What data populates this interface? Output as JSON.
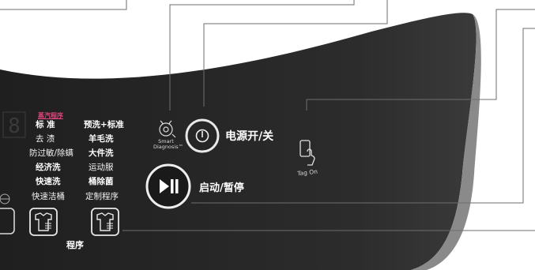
{
  "colors": {
    "panel": "#2c2c2c",
    "panel_light": "#5a5a5a",
    "text": "#ffffff",
    "accent_pink": "#e0457e",
    "callout_line": "#6e6e6e"
  },
  "programs": {
    "header_label": "蒸汽程序",
    "left": [
      "标 准",
      "去 渍",
      "防过敏/除螨",
      "经济洗",
      "快速洗",
      "快速洁桶"
    ],
    "right": [
      "预洗+标准",
      "羊毛洗",
      "大件洗",
      "运动服",
      "桶除菌",
      "定制程序"
    ],
    "section_label": "程序"
  },
  "smart_diagnosis": {
    "label": "Smart\nDiagnosis™",
    "icon": "smart-diagnosis-icon"
  },
  "power_button": {
    "label": "电源开/关",
    "icon": "power-icon"
  },
  "start_button": {
    "label": "启动/暂停",
    "icon": "play-pause-icon"
  },
  "tag_on": {
    "label": "Tag On",
    "icon": "nfc-phone-icon"
  },
  "display": {
    "value": "8"
  },
  "program_memory_buttons": [
    {
      "icon": "shirt-memory-1-icon"
    },
    {
      "icon": "shirt-memory-2-icon"
    }
  ]
}
